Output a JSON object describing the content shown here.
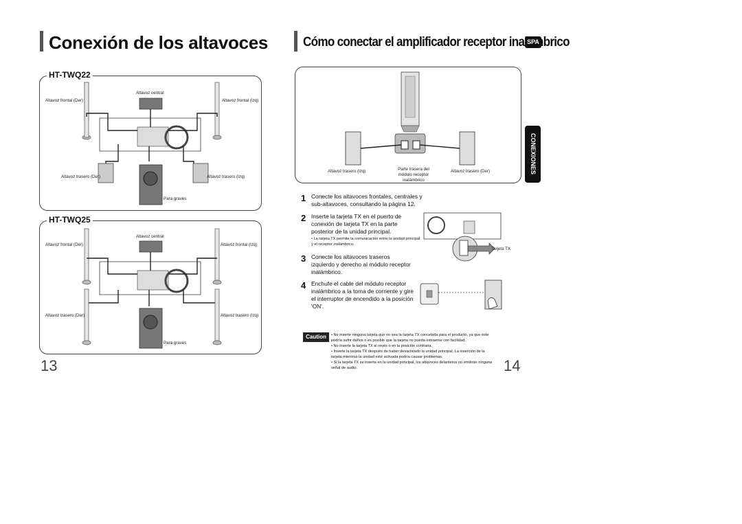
{
  "left": {
    "title": "Conexión de los altavoces",
    "page_number": "13",
    "panels": [
      {
        "model": "HT-TWQ22",
        "labels": {
          "center": "Altavoz central",
          "front_right": "Altavoz frontal (Der)",
          "front_left": "Altavoz frontal (Izq)",
          "rear_right": "Altavoz trasero (Der)",
          "rear_left": "Altavoz trasero (Izq)",
          "subwoofer": "Para graves"
        }
      },
      {
        "model": "HT-TWQ25",
        "labels": {
          "center": "Altavoz central",
          "front_right": "Altavoz frontal (Der)",
          "front_left": "Altavoz frontal (Izq)",
          "rear_right": "Altavoz trasero (Der)",
          "rear_left": "Altavoz trasero (Izq)",
          "subwoofer": "Para graves"
        }
      }
    ]
  },
  "right": {
    "title": "Cómo conectar el amplificador receptor inalámbrico",
    "lang_badge": "SPA",
    "side_tab": "CONEXIONES",
    "page_number": "14",
    "diagram": {
      "rear_left": "Altavoz trasero (Izq)",
      "module_back": "Parte trasera del módulo receptor inalámbrico",
      "rear_right": "Altavoz trasero (Der)"
    },
    "steps": [
      {
        "num": "1",
        "text": "Conecte los altavoces frontales, centrales y sub-altavoces, consultando la página 12."
      },
      {
        "num": "2",
        "text": "Inserte la tarjeta TX en el puerto de conexión de tarjeta TX en la parte posterior de la unidad principal.",
        "note": "La tarjeta TX permite la comunicación entre la unidad principal y el receptor inalámbrico."
      },
      {
        "num": "3",
        "text": "Conecte los altavoces traseros izquierdo y derecho al módulo receptor inalámbrico."
      },
      {
        "num": "4",
        "text": "Enchufe el cable del módulo receptor inalámbrico a la toma de corriente y gire el interruptor de encendido a la posición 'ON'."
      }
    ],
    "tx_card_label": "Tarjeta TX",
    "caution": {
      "label": "Caution",
      "items": [
        "No inserte ninguna tarjeta que no sea la tarjeta TX concebida para el producto, ya que éste podría sufrir daños o es posible que la tarjeta no pueda extraerse con facilidad.",
        "No inserte la tarjeta TX al revés o en la posición contraria.",
        "Inserte la tarjeta TX después de haber desactivado la unidad principal. La inserción de la tarjeta mientras la unidad esté activada podría causar problemas.",
        "Si la tarjeta TX se inserta en la unidad principal, los altavoces delanteros no emitirán ninguna señal de audio."
      ]
    }
  }
}
